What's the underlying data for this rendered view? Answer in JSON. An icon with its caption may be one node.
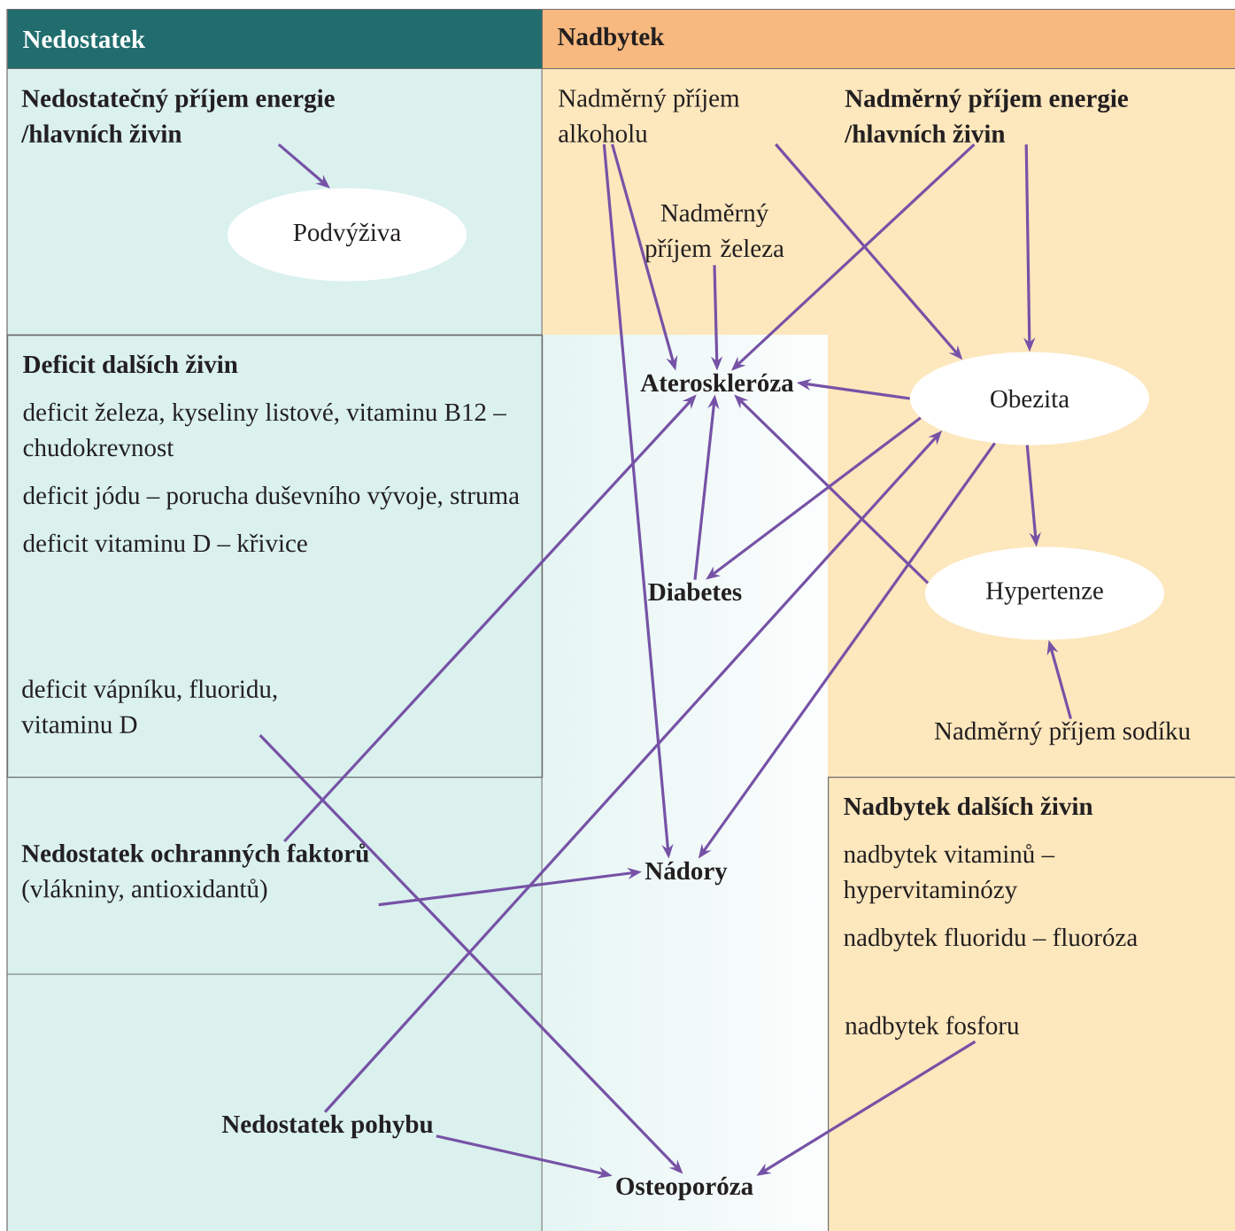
{
  "diagram": {
    "nodes": [
      {
        "text": [
          "Nedostatek"
        ]
      },
      {
        "text": [
          "Nadbytek"
        ]
      },
      {
        "text": [
          "Nedostatečný příjem energie /hlavních živin"
        ]
      },
      {
        "text": [
          "Podvýživa"
        ]
      },
      {
        "text": [
          "Deficit dalších živin",
          "deficit železa, kyseliny listové, vitaminu B12 – chudokrevnost",
          "deficit jódu – porucha duševního vývoje, struma",
          "deficit vitaminu D – křivice"
        ]
      },
      {
        "text": [
          "deficit vápníku, fluoridu, vitaminu D"
        ],
        "in": 4
      },
      {
        "text": [
          "Nedostatek ochranných faktorů",
          "(vlákniny, antioxidantů)"
        ]
      },
      {
        "text": [
          "Nedostatek pohybu"
        ]
      },
      {
        "text": [
          "Nadměrný příjem alkoholu"
        ]
      },
      {
        "text": [
          "Nadměrný příjem energie /hlavních živin"
        ]
      },
      {
        "text": [
          "Nadměrný příjem železa"
        ]
      },
      {
        "text": [
          "Ateroskleróza"
        ]
      },
      {
        "text": [
          "Obezita"
        ]
      },
      {
        "text": [
          "Diabetes"
        ]
      },
      {
        "text": [
          "Hypertenze"
        ]
      },
      {
        "text": [
          "Nadměrný příjem sodíku"
        ]
      },
      {
        "text": [
          "Nádory"
        ]
      },
      {
        "text": [
          "Nadbytek dalších živin",
          "nadbytek vitaminů – hypervitaminózy",
          "nadbytek fluoridu – fluoróza"
        ]
      },
      {
        "text": [
          "nadbytek fosforu"
        ],
        "in": 17
      },
      {
        "text": [
          "Osteoporóza"
        ]
      }
    ],
    "edges": [
      {
        "from": 2,
        "to": 3,
        "arrow": "to"
      },
      {
        "from": 8,
        "to": 11,
        "arrow": "to"
      },
      {
        "from": 8,
        "to": 16,
        "arrow": "to"
      },
      {
        "from": 8,
        "to": 12,
        "arrow": "to"
      },
      {
        "from": 9,
        "to": 11,
        "arrow": "to"
      },
      {
        "from": 9,
        "to": 12,
        "arrow": "to"
      },
      {
        "from": 10,
        "to": 11,
        "arrow": "to"
      },
      {
        "from": 12,
        "to": 11,
        "arrow": "to"
      },
      {
        "from": 12,
        "to": 13,
        "arrow": "to"
      },
      {
        "from": 12,
        "to": 14,
        "arrow": "to"
      },
      {
        "from": 12,
        "to": 16,
        "arrow": "to"
      },
      {
        "from": 13,
        "to": 11,
        "arrow": "to"
      },
      {
        "from": 14,
        "to": 11,
        "arrow": "to"
      },
      {
        "from": 15,
        "to": 14,
        "arrow": "to"
      },
      {
        "from": 5,
        "to": 19,
        "arrow": "to"
      },
      {
        "from": 6,
        "to": 11,
        "arrow": "to"
      },
      {
        "from": 6,
        "to": 16,
        "arrow": "to"
      },
      {
        "from": 7,
        "to": 12,
        "arrow": "to"
      },
      {
        "from": 7,
        "to": 19,
        "arrow": "to"
      },
      {
        "from": 18,
        "to": 19,
        "arrow": "to"
      }
    ]
  }
}
